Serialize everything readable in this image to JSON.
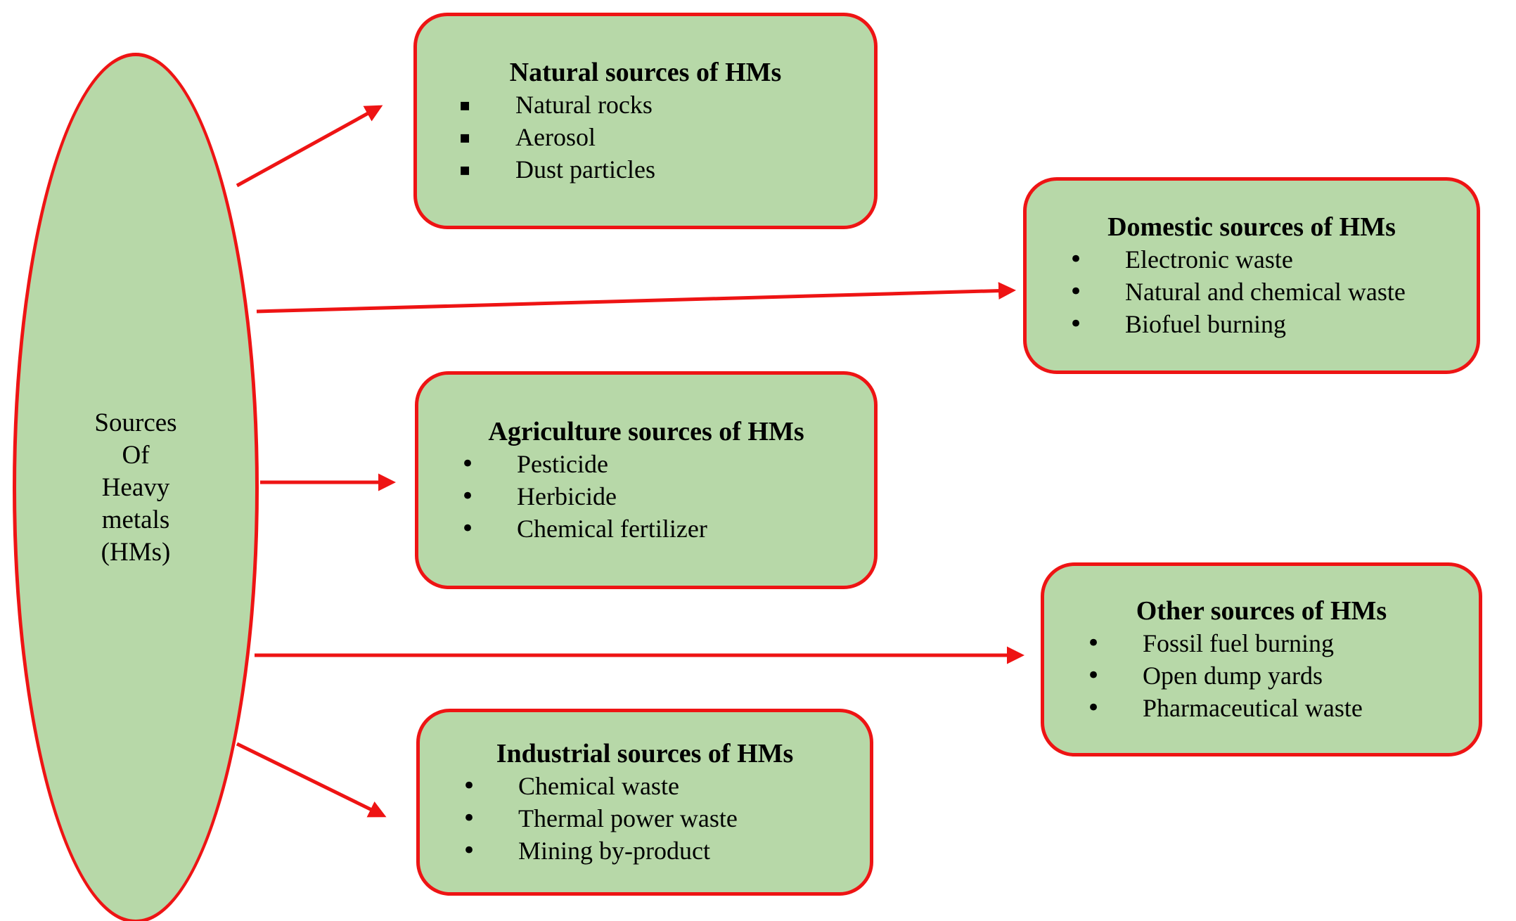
{
  "diagram": {
    "center_ellipse": {
      "lines": [
        "Sources",
        "Of",
        "Heavy",
        "metals",
        "(HMs)"
      ]
    },
    "boxes": [
      {
        "id": "natural",
        "title": "Natural sources of HMs",
        "bullet_char": "▪",
        "items": [
          "Natural rocks",
          "Aerosol",
          "Dust particles"
        ]
      },
      {
        "id": "domestic",
        "title": "Domestic sources of HMs",
        "bullet_char": "•",
        "items": [
          "Electronic waste",
          "Natural and chemical waste",
          "Biofuel burning"
        ]
      },
      {
        "id": "agriculture",
        "title": "Agriculture sources of HMs",
        "bullet_char": "•",
        "items": [
          "Pesticide",
          "Herbicide",
          "Chemical fertilizer"
        ]
      },
      {
        "id": "other",
        "title": "Other sources of HMs",
        "bullet_char": "•",
        "items": [
          "Fossil fuel burning",
          "Open dump yards",
          "Pharmaceutical waste"
        ]
      },
      {
        "id": "industrial",
        "title": "Industrial sources of HMs",
        "bullet_char": "•",
        "items": [
          "Chemical waste",
          "Thermal power waste",
          "Mining by-product"
        ]
      }
    ],
    "colors": {
      "box_fill": "#b7d8a8",
      "stroke_red": "#ee1414",
      "text": "#000000"
    }
  }
}
